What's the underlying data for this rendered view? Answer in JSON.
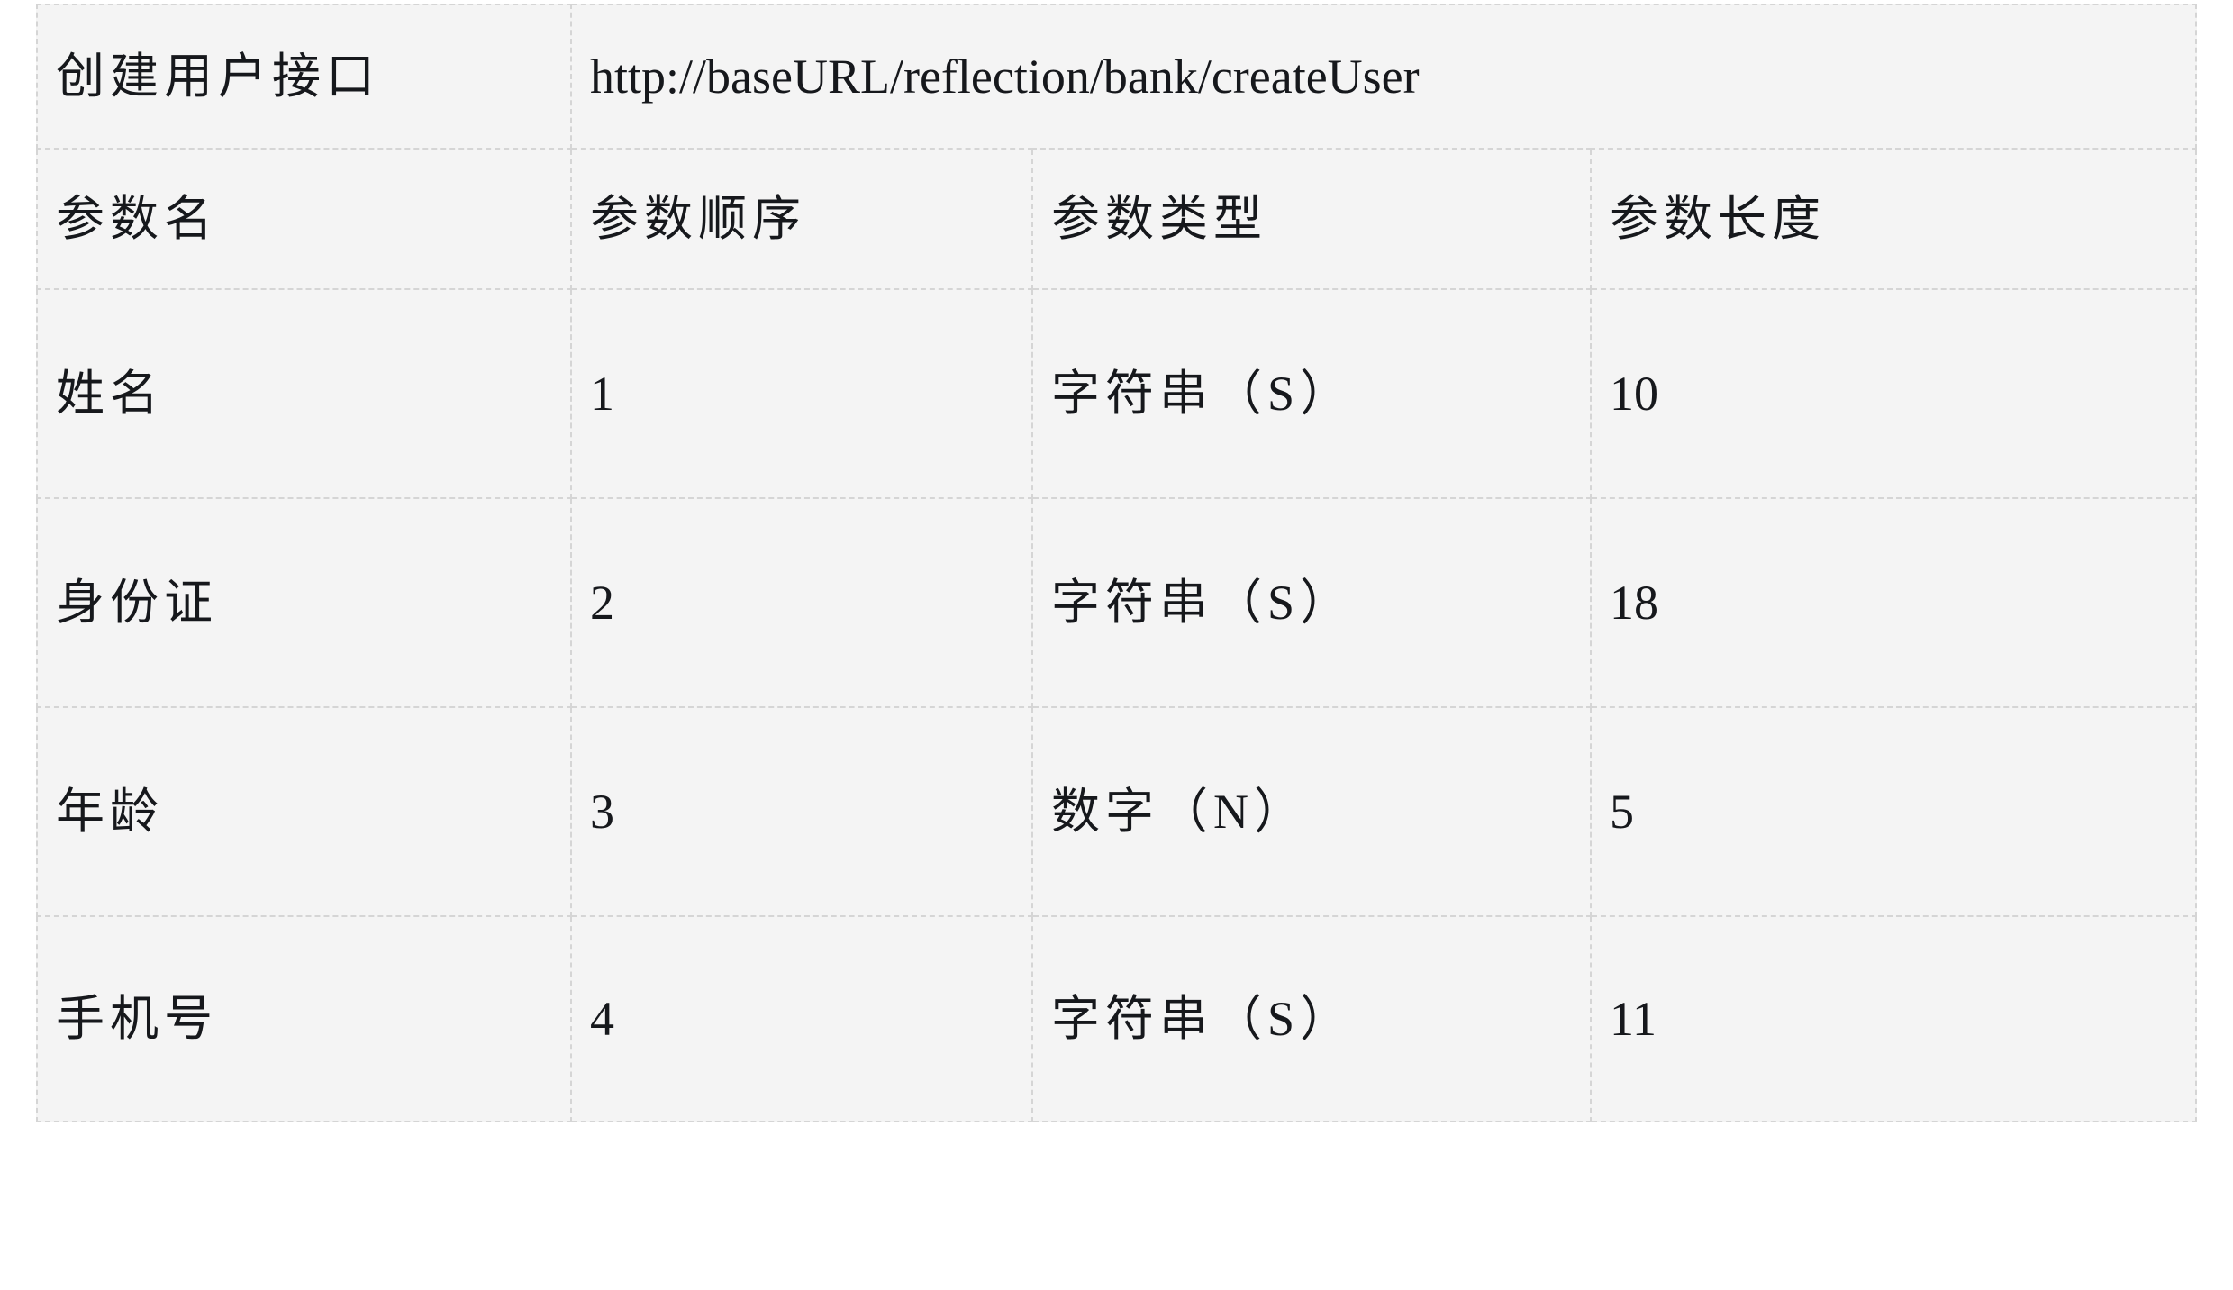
{
  "table": {
    "endpoint_row": {
      "label": "创建用户接口",
      "url": "http://baseURL/reflection/bank/createUser"
    },
    "columns": [
      "参数名",
      "参数顺序",
      "参数类型",
      "参数长度"
    ],
    "rows": [
      {
        "name": "姓名",
        "order": "1",
        "type": "字符串（S）",
        "length": "10"
      },
      {
        "name": "身份证",
        "order": "2",
        "type": "字符串（S）",
        "length": "18"
      },
      {
        "name": "年龄",
        "order": "3",
        "type": "数字（N）",
        "length": "5"
      },
      {
        "name": "手机号",
        "order": "4",
        "type": "字符串（S）",
        "length": "11"
      }
    ]
  },
  "colors": {
    "cell_background": "#f4f4f4",
    "border": "#d5d5d5",
    "text": "#16181c",
    "page_background": "#ffffff"
  }
}
